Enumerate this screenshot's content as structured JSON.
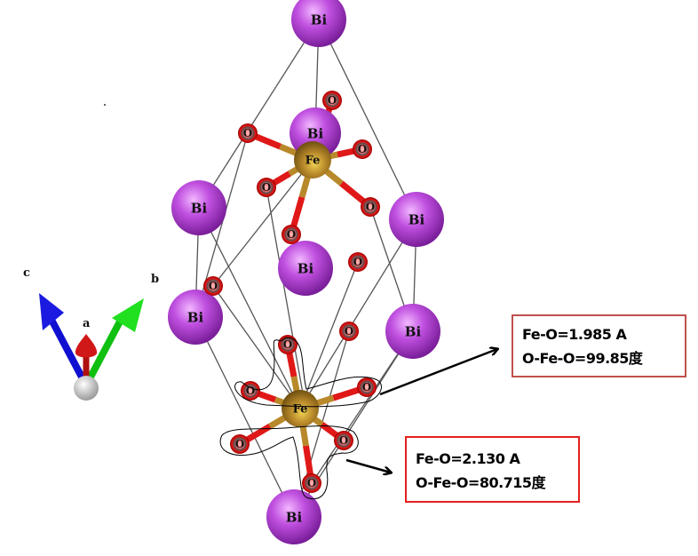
{
  "axes": {
    "a": "a",
    "b": "b",
    "c": "c"
  },
  "atoms": {
    "bismuth": "Bi",
    "iron": "Fe",
    "oxygen": "O"
  },
  "annotations": [
    {
      "bond_length": "Fe-O=1.985 A",
      "bond_angle": "O-Fe-O=99.85度"
    },
    {
      "bond_length": "Fe-O=2.130 A",
      "bond_angle": "O-Fe-O=80.715度"
    }
  ],
  "colors": {
    "bi": "#b640d6",
    "fe": "#b8892a",
    "o": "#e01818",
    "box1_border": "#c0504d",
    "box2_border": "#e52020"
  }
}
